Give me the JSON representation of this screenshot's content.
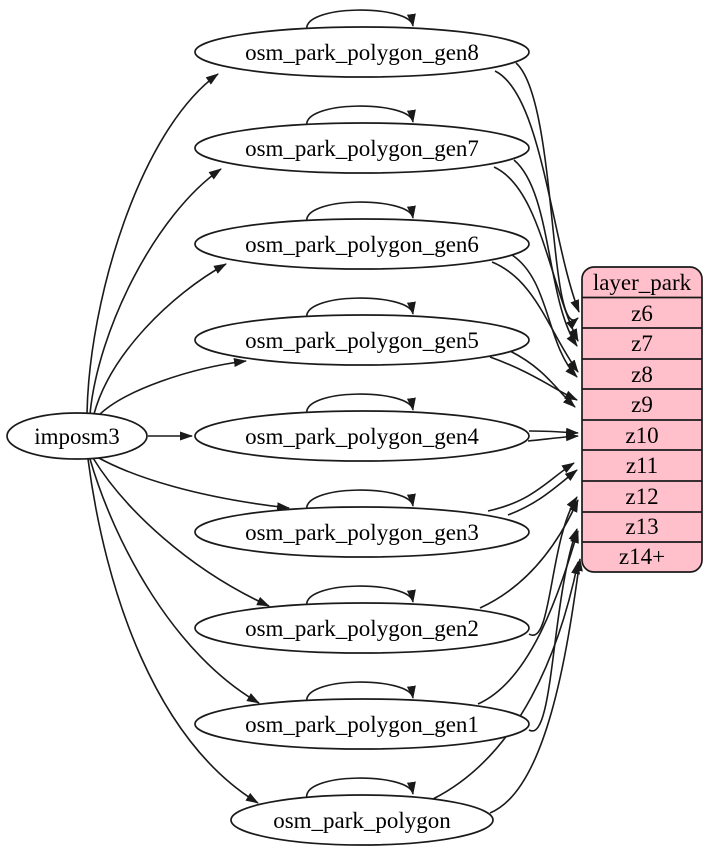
{
  "graph": {
    "source": {
      "label": "imposm3"
    },
    "tables": [
      "osm_park_polygon_gen8",
      "osm_park_polygon_gen7",
      "osm_park_polygon_gen6",
      "osm_park_polygon_gen5",
      "osm_park_polygon_gen4",
      "osm_park_polygon_gen3",
      "osm_park_polygon_gen2",
      "osm_park_polygon_gen1",
      "osm_park_polygon"
    ],
    "layer": {
      "title": "layer_park",
      "zoom_rows": [
        "z6",
        "z7",
        "z8",
        "z9",
        "z10",
        "z11",
        "z12",
        "z13",
        "z14+"
      ]
    },
    "edges": [
      {
        "from": "imposm3",
        "to": "osm_park_polygon_gen8"
      },
      {
        "from": "imposm3",
        "to": "osm_park_polygon_gen7"
      },
      {
        "from": "imposm3",
        "to": "osm_park_polygon_gen6"
      },
      {
        "from": "imposm3",
        "to": "osm_park_polygon_gen5"
      },
      {
        "from": "imposm3",
        "to": "osm_park_polygon_gen4"
      },
      {
        "from": "imposm3",
        "to": "osm_park_polygon_gen3"
      },
      {
        "from": "imposm3",
        "to": "osm_park_polygon_gen2"
      },
      {
        "from": "imposm3",
        "to": "osm_park_polygon_gen1"
      },
      {
        "from": "imposm3",
        "to": "osm_park_polygon"
      },
      {
        "from": "osm_park_polygon_gen8",
        "to": "osm_park_polygon_gen8",
        "type": "self-loop"
      },
      {
        "from": "osm_park_polygon_gen7",
        "to": "osm_park_polygon_gen7",
        "type": "self-loop"
      },
      {
        "from": "osm_park_polygon_gen6",
        "to": "osm_park_polygon_gen6",
        "type": "self-loop"
      },
      {
        "from": "osm_park_polygon_gen5",
        "to": "osm_park_polygon_gen5",
        "type": "self-loop"
      },
      {
        "from": "osm_park_polygon_gen4",
        "to": "osm_park_polygon_gen4",
        "type": "self-loop"
      },
      {
        "from": "osm_park_polygon_gen3",
        "to": "osm_park_polygon_gen3",
        "type": "self-loop"
      },
      {
        "from": "osm_park_polygon_gen2",
        "to": "osm_park_polygon_gen2",
        "type": "self-loop"
      },
      {
        "from": "osm_park_polygon_gen1",
        "to": "osm_park_polygon_gen1",
        "type": "self-loop"
      },
      {
        "from": "osm_park_polygon",
        "to": "osm_park_polygon",
        "type": "self-loop"
      },
      {
        "from": "osm_park_polygon_gen8",
        "to": "layer_park:z6",
        "count": 2
      },
      {
        "from": "osm_park_polygon_gen7",
        "to": "layer_park:z7",
        "count": 2
      },
      {
        "from": "osm_park_polygon_gen6",
        "to": "layer_park:z8",
        "count": 2
      },
      {
        "from": "osm_park_polygon_gen5",
        "to": "layer_park:z9",
        "count": 2
      },
      {
        "from": "osm_park_polygon_gen4",
        "to": "layer_park:z10",
        "count": 2
      },
      {
        "from": "osm_park_polygon_gen3",
        "to": "layer_park:z11",
        "count": 2
      },
      {
        "from": "osm_park_polygon_gen2",
        "to": "layer_park:z12",
        "count": 2
      },
      {
        "from": "osm_park_polygon_gen1",
        "to": "layer_park:z13",
        "count": 2
      },
      {
        "from": "osm_park_polygon",
        "to": "layer_park:z14+",
        "count": 2
      }
    ],
    "colors": {
      "layer_fill": "#ffc0cb",
      "node_fill": "#ffffff",
      "line": "#1a1a1a",
      "background": "#ffffff"
    }
  }
}
